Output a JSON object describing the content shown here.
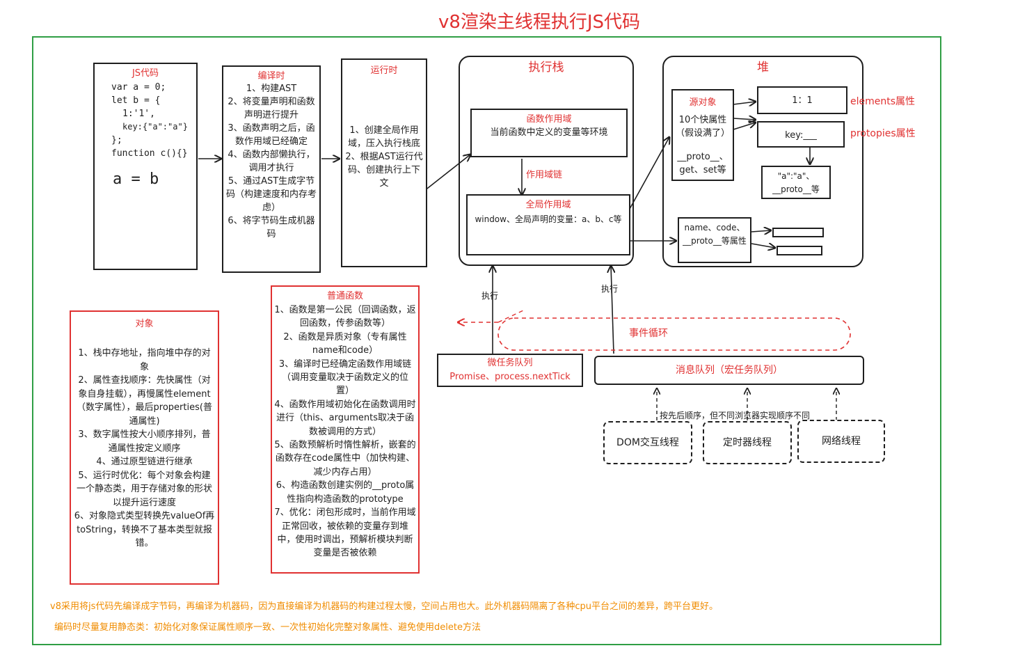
{
  "title": "v8渲染主线程执行JS代码",
  "js_code": {
    "heading": "JS代码",
    "lines": [
      "var a = 0;",
      "let b = {",
      "1:'1',",
      "key:{\"a\":\"a\"}",
      "};",
      "function c(){}"
    ],
    "assign": "a = b"
  },
  "compile": {
    "heading": "编译时",
    "body": "1、构建AST\n2、将变量声明和函数声明进行提升\n3、函数声明之后，函数作用域已经确定\n4、函数内部懒执行，调用才执行\n5、通过AST生成字节码（构建速度和内存考虑）\n6、将字节码生成机器码"
  },
  "runtime": {
    "heading": "运行时",
    "body": "1、创建全局作用域，压入执行栈底\n2、根据AST运行代码、创建执行上下文"
  },
  "stack": {
    "heading": "执行栈",
    "func_scope_title": "函数作用域",
    "func_scope_body": "当前函数中定义的变量等环境",
    "chain_label": "作用域链",
    "global_title": "全局作用域",
    "global_body": "window、全局声明的变量：a、b、c等"
  },
  "heap": {
    "heading": "堆",
    "source_title": "源对象",
    "source_body": "10个快属性（假设满了）",
    "source_proto": "__proto__、get、set等",
    "elements_value": "1：1",
    "elements_label": "elements属性",
    "key_value": "key:___",
    "properties_label": "protopies属性",
    "nested": "\"a\":\"a\"、__proto__等",
    "func_props": "name、code、__proto__等属性"
  },
  "object_box": {
    "heading": "对象",
    "body": "1、栈中存地址，指向堆中存的对象\n2、属性查找顺序：先快属性（对象自身挂载），再慢属性element（数字属性），最后properties(普通属性)\n3、数字属性按大小顺序排列，普通属性按定义顺序\n4、通过原型链进行继承\n5、运行时优化：每个对象会构建一个静态类，用于存储对象的形状以提升运行速度\n6、对象隐式类型转换先valueOf再toString，转换不了基本类型就报错。"
  },
  "function_box": {
    "heading": "普通函数",
    "body": "1、函数是第一公民（回调函数，返回函数，传参函数等）\n2、函数是异质对象（专有属性name和code）\n3、编译时已经确定函数作用域链（调用变量取决于函数定义的位置）\n4、函数作用域初始化在函数调用时进行（this、arguments取决于函数被调用的方式）\n5、函数预解析时惰性解析，嵌套的函数存在code属性中（加快构建、减少内存占用）\n6、构造函数创建实例的__proto属性指向构造函数的prototype\n7、优化：闭包形成时，当前作用域正常回收，被依赖的变量存到堆中，使用时调出，预解析模块判断变量是否被依赖"
  },
  "exec_label": "执行",
  "event_loop": "事件循环",
  "microtask": {
    "title": "微任务队列",
    "body": "Promise、process.nextTick"
  },
  "macrotask": "消息队列（宏任务队列）",
  "order_note": "按先后顺序，但不同浏览器实现顺序不同",
  "threads": [
    "DOM交互线程",
    "定时器线程",
    "网络线程"
  ],
  "footer": [
    "v8采用将js代码先编译成字节码，再编译为机器码，因为直接编译为机器码的构建过程太慢，空间占用也大。此外机器码隔离了各种cpu平台之间的差异，跨平台更好。",
    "编码时尽量复用静态类：初始化对象保证属性顺序一致、一次性初始化完整对象属性、避免使用delete方法"
  ]
}
